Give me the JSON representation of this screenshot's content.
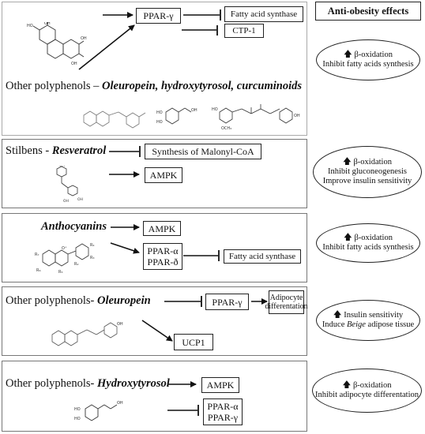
{
  "header": {
    "title": "Anti-obesity effects"
  },
  "panel1": {
    "box_ppar": "PPAR-γ",
    "box_fas": "Fatty acid synthase",
    "box_ctp": "CTP-1",
    "label_prefix": "Other polyphenols – ",
    "label_compounds": "Oleuropein, hydroxytyrosol,  curcuminoids",
    "effect_line1": "β-oxidation",
    "effect_line2": "Inhibit fatty acids synthesis"
  },
  "panel2": {
    "label_prefix": "Stilbens - ",
    "label_compound": "Resveratrol",
    "box_malonyl": "Synthesis of Malonyl-CoA",
    "box_ampk": "AMPK",
    "effect_line1": "β-oxidation",
    "effect_line2": "Inhibit gluconeogenesis",
    "effect_line3": "Improve insulin sensitivity"
  },
  "panel3": {
    "label_compound": "Anthocyanins",
    "box_ampk": "AMPK",
    "box_ppar_a": "PPAR-α",
    "box_ppar_d": "PPAR-ð",
    "box_fas": "Fatty acid synthase",
    "effect_line1": "β-oxidation",
    "effect_line2": "Inhibit fatty acids synthesis"
  },
  "panel4": {
    "label_prefix": "Other polyphenols- ",
    "label_compound": "Oleuropein",
    "box_ppar": "PPAR-γ",
    "box_adipo_1": "Adipocyte",
    "box_adipo_2": "differentation",
    "box_ucp": "UCP1",
    "effect_line1": "Insulin sensitivity",
    "effect_line2_pre": "Induce ",
    "effect_line2_em": "Beige",
    "effect_line2_post": " adipose tissue"
  },
  "panel5": {
    "label_prefix": "Other polyphenols- ",
    "label_compound": "Hydroxytyrosol",
    "box_ampk": "AMPK",
    "box_ppar_a": "PPAR-α",
    "box_ppar_g": "PPAR-γ",
    "effect_line1": "β-oxidation",
    "effect_line2": "Inhibit adipocyte differentation"
  },
  "icons": [
    "up-arrow-icon",
    "arrow-icon",
    "inhibition-icon",
    "molecule-icon"
  ]
}
